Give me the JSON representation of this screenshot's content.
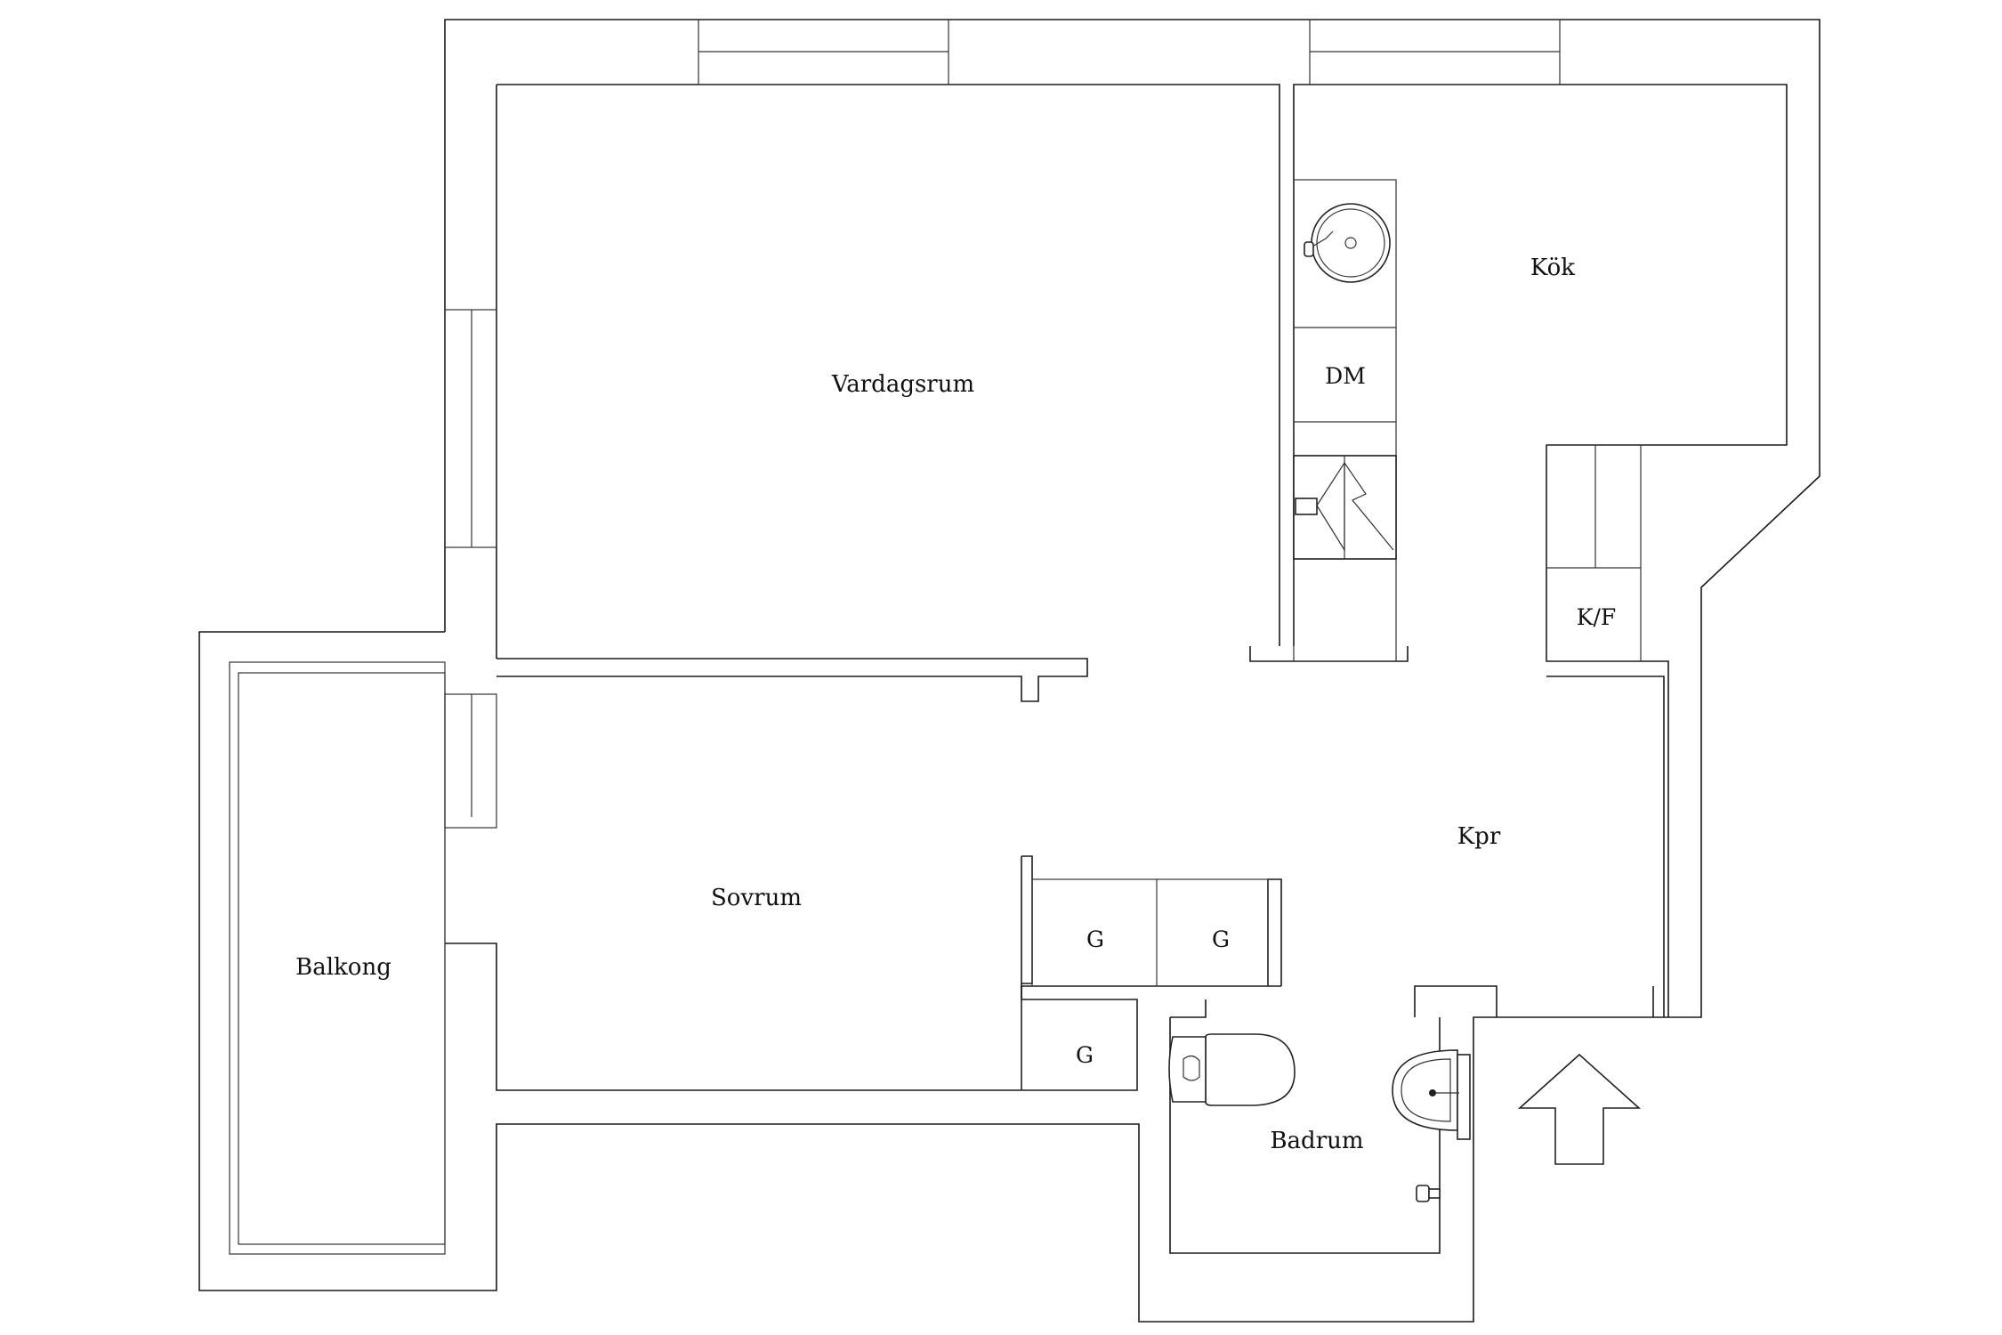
{
  "rooms": {
    "vardagsrum": "Vardagsrum",
    "kok": "Kök",
    "sovrum": "Sovrum",
    "balkong": "Balkong",
    "kpr": "Kpr",
    "badrum": "Badrum"
  },
  "fixtures": {
    "dishwasher": "DM",
    "fridge_freezer": "K/F",
    "wardrobe_1": "G",
    "wardrobe_2": "G",
    "wardrobe_3": "G"
  },
  "icons": {
    "kitchen_sink": "kitchen-sink-icon",
    "stove": "stove-icon",
    "toilet": "toilet-icon",
    "bathroom_sink": "bathroom-sink-icon",
    "shower": "shower-icon",
    "entrance": "entrance-arrow-icon"
  },
  "colors": {
    "line": "#1a1a1a",
    "background": "#ffffff"
  }
}
